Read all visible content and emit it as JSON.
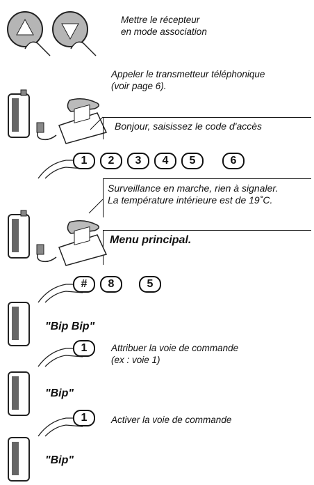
{
  "steps": {
    "step1": "Mettre le récepteur\nen mode association",
    "step2": "Appeler le transmetteur téléphonique\n(voir page 6).",
    "bubble1": "Bonjour, saisissez le code d'accès",
    "code_keys": [
      "1",
      "2",
      "3",
      "4",
      "5",
      "6"
    ],
    "bubble2": "Surveillance en marche, rien à signaler.\nLa température intérieure est de 19˚C.",
    "menu": "Menu principal.",
    "menu_keys": [
      "#",
      "8",
      "5"
    ],
    "beep1": "\"Bip Bip\"",
    "assign_key": "1",
    "assign_text": "Attribuer la voie de commande\n(ex : voie 1)",
    "beep2": "\"Bip\"",
    "activate_key": "1",
    "activate_text": "Activer la voie de commande",
    "beep3": "\"Bip\""
  },
  "icons": [
    "up-arrow-button-icon",
    "down-arrow-button-icon",
    "transmitter-icon",
    "telephone-icon",
    "finger-icon",
    "receiver-icon"
  ]
}
